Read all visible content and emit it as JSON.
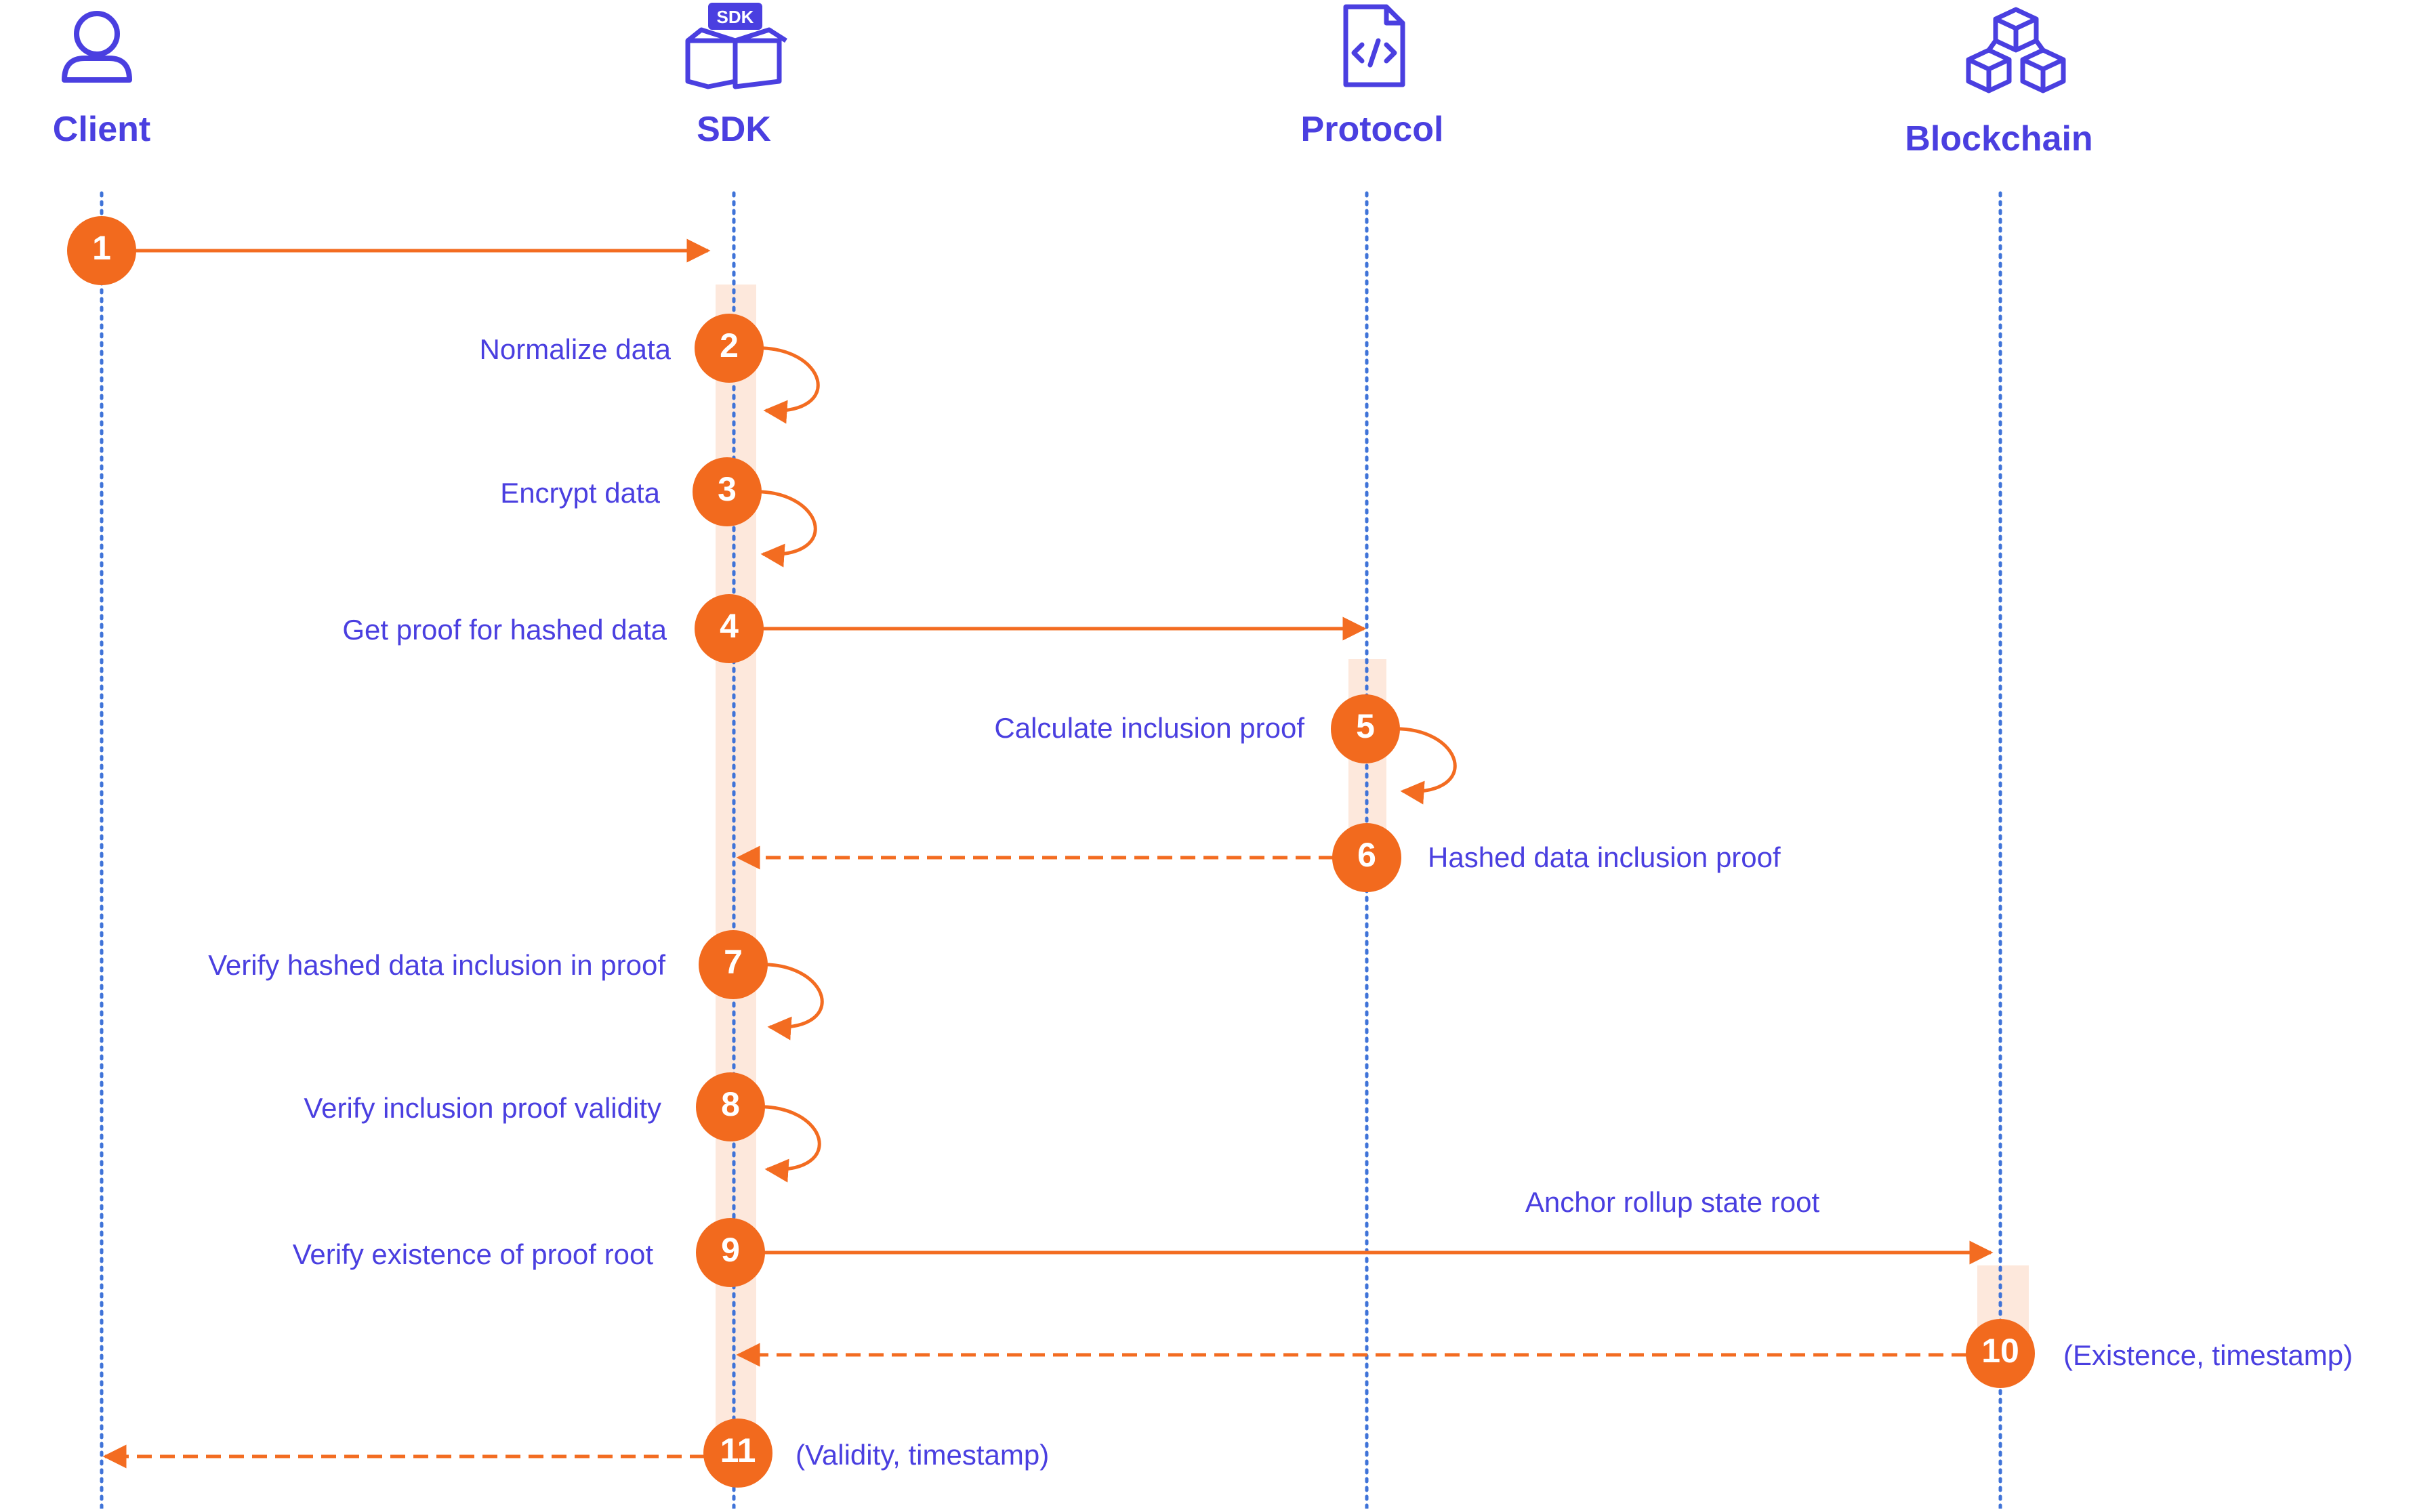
{
  "colors": {
    "accent": "#4a3fe0",
    "arrow": "#f36c21",
    "badge": "#f26a1e",
    "lifeline": "#3f73d8",
    "activation": "#fde8dc"
  },
  "actors": [
    {
      "id": "client",
      "label": "Client",
      "icon": "user-icon"
    },
    {
      "id": "sdk",
      "label": "SDK",
      "icon": "sdk-box-icon",
      "icon_text": "SDK"
    },
    {
      "id": "protocol",
      "label": "Protocol",
      "icon": "code-file-icon"
    },
    {
      "id": "blockchain",
      "label": "Blockchain",
      "icon": "cubes-icon"
    }
  ],
  "steps": [
    {
      "num": "1",
      "label": "",
      "from": "client",
      "to": "sdk",
      "kind": "solid"
    },
    {
      "num": "2",
      "label": "Normalize data",
      "from": "sdk",
      "to": "sdk",
      "kind": "self"
    },
    {
      "num": "3",
      "label": "Encrypt data",
      "from": "sdk",
      "to": "sdk",
      "kind": "self"
    },
    {
      "num": "4",
      "label": "Get proof for hashed data",
      "from": "sdk",
      "to": "protocol",
      "kind": "solid"
    },
    {
      "num": "5",
      "label": "Calculate inclusion proof",
      "from": "protocol",
      "to": "protocol",
      "kind": "self"
    },
    {
      "num": "6",
      "label": "Hashed data inclusion proof",
      "from": "protocol",
      "to": "sdk",
      "kind": "dashed"
    },
    {
      "num": "7",
      "label": "Verify hashed data inclusion in proof",
      "from": "sdk",
      "to": "sdk",
      "kind": "self"
    },
    {
      "num": "8",
      "label": "Verify inclusion proof validity",
      "from": "sdk",
      "to": "sdk",
      "kind": "self"
    },
    {
      "num": "9",
      "label": "Verify existence of proof root",
      "from": "sdk",
      "to": "blockchain",
      "kind": "solid",
      "arrow_label": "Anchor rollup state root"
    },
    {
      "num": "10",
      "label": "(Existence, timestamp)",
      "from": "blockchain",
      "to": "sdk",
      "kind": "dashed"
    },
    {
      "num": "11",
      "label": "(Validity, timestamp)",
      "from": "sdk",
      "to": "client",
      "kind": "dashed"
    }
  ]
}
